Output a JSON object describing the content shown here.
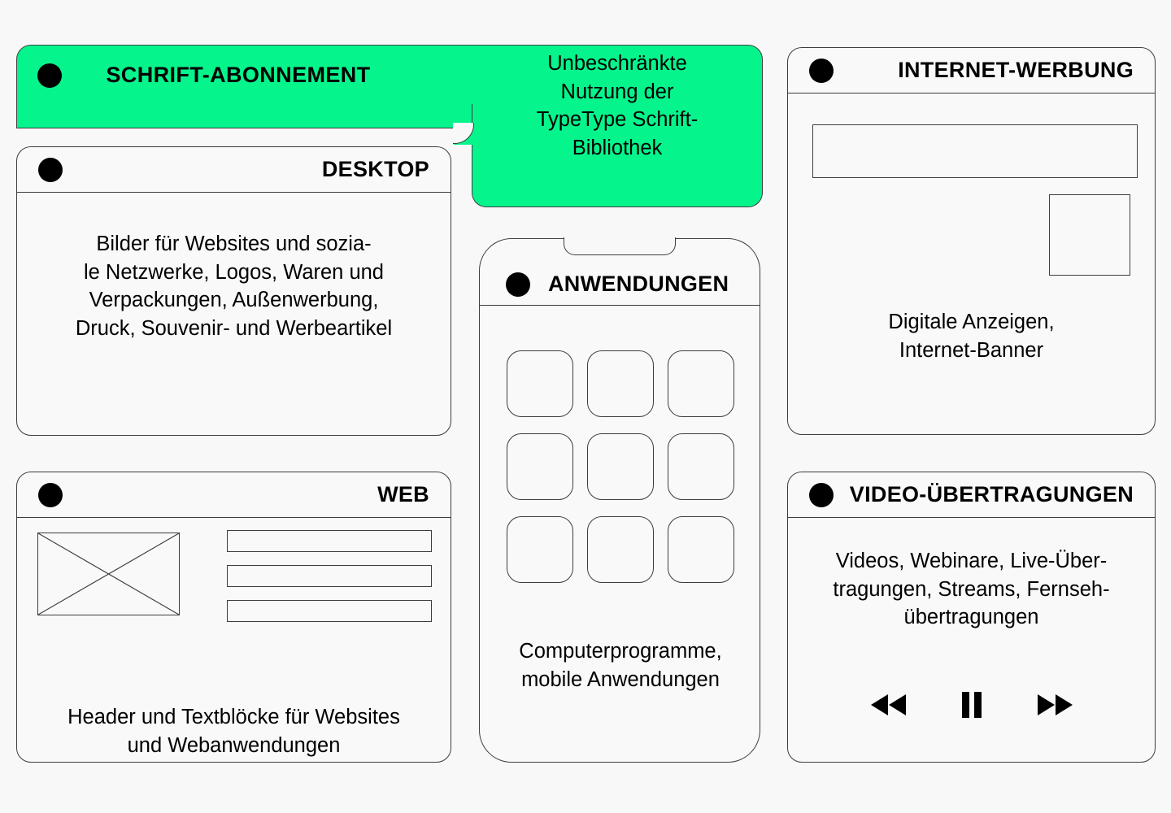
{
  "theme": {
    "background": "#f8f8f8",
    "accent_green": "#05f58c",
    "stroke": "#3d3d3d",
    "card_fill": "#f9f9f9",
    "text": "#000000"
  },
  "hero": {
    "title": "SCHRIFT-ABONNEMENT",
    "dot_icon": "bullet-dot-icon",
    "copy": "Unbeschränkte\nNutzung der\nTypeType Schrift-\nBibliothek"
  },
  "cards": {
    "desktop": {
      "title": "DESKTOP",
      "dot_icon": "bullet-dot-icon",
      "copy": "Bilder für Websites und sozia-\nle Netzwerke, Logos, Waren und\nVerpackungen, Außenwerbung,\nDruck, Souvenir- und Werbeartikel"
    },
    "web": {
      "title": "WEB",
      "dot_icon": "bullet-dot-icon",
      "image_placeholder_icon": "image-placeholder-icon",
      "text_bars": [
        "text-bar-1",
        "text-bar-2",
        "text-bar-3"
      ],
      "copy": "Header und Textblöcke für Websites\nund Webanwendungen"
    },
    "apps": {
      "title": "ANWENDUNGEN",
      "dot_icon": "bullet-dot-icon",
      "app_icons": [
        "app-1",
        "app-2",
        "app-3",
        "app-4",
        "app-5",
        "app-6",
        "app-7",
        "app-8",
        "app-9"
      ],
      "copy": "Computerprogramme,\nmobile Anwendungen"
    },
    "ads": {
      "title": "INTERNET-WERBUNG",
      "dot_icon": "bullet-dot-icon",
      "banner_placeholder": "banner-placeholder",
      "square_placeholder": "square-ad-placeholder",
      "copy": "Digitale Anzeigen,\nInternet-Banner"
    },
    "video": {
      "title": "VIDEO-ÜBERTRAGUNGEN",
      "dot_icon": "bullet-dot-icon",
      "copy": "Videos, Webinare, Live-Über-\ntragungen, Streams, Fernseh-\nübertragungen",
      "controls": [
        {
          "name": "rewind-icon",
          "label": "Rewind"
        },
        {
          "name": "pause-icon",
          "label": "Pause"
        },
        {
          "name": "fast-forward-icon",
          "label": "Fast forward"
        }
      ]
    }
  }
}
